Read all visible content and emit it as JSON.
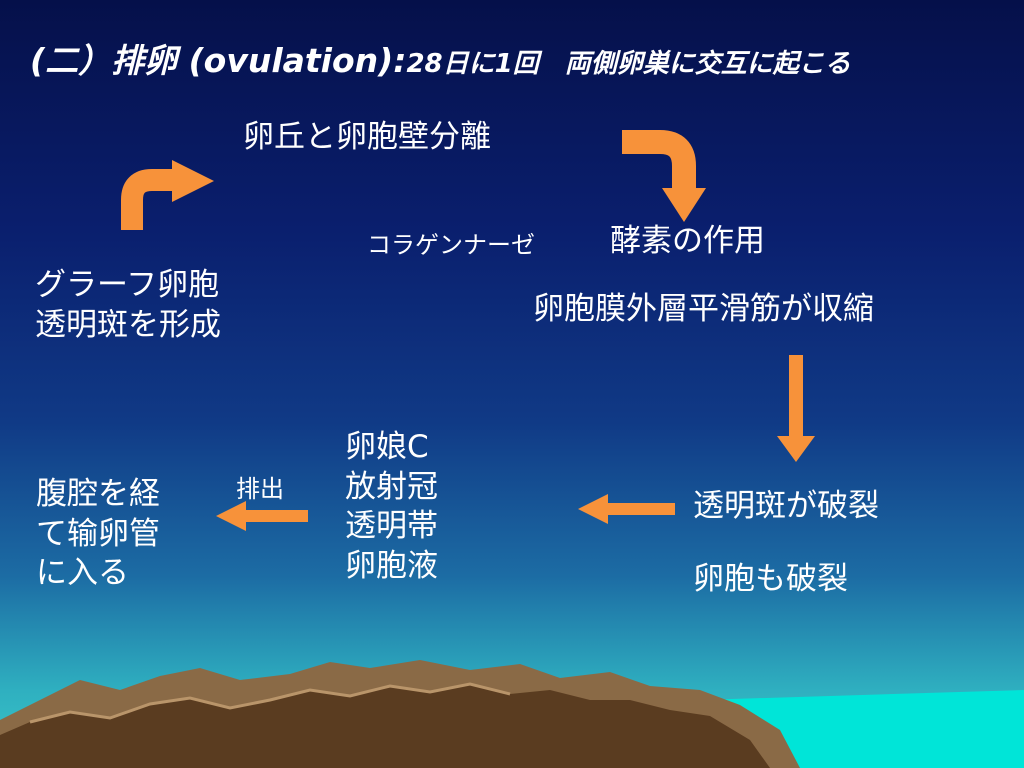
{
  "title": {
    "main": "(二）排卵 (ovulation)",
    "colon": ":",
    "sub": "28日に1回　両側卵巣に交互に起こる"
  },
  "steps": {
    "separation": "卵丘と卵胞壁分離",
    "collagenase": "コラゲンナーゼ",
    "enzyme": "酵素の作用",
    "graaf_line1": "グラーフ卵胞",
    "graaf_line2": "透明斑を形成",
    "smooth_muscle": "卵胞膜外層平滑筋が収縮",
    "rupture1": "透明斑が破裂",
    "rupture2": "卵胞も破裂",
    "released_items": [
      "卵娘C",
      "放射冠",
      "透明帯",
      "卵胞液"
    ],
    "discharge": "排出",
    "destination": [
      "腹腔を経",
      "て输卵管",
      "に入る"
    ]
  },
  "colors": {
    "arrow": "#f7923a",
    "text": "#ffffff",
    "mountain": "#6b4a2a",
    "sea": "#00e5d8"
  }
}
